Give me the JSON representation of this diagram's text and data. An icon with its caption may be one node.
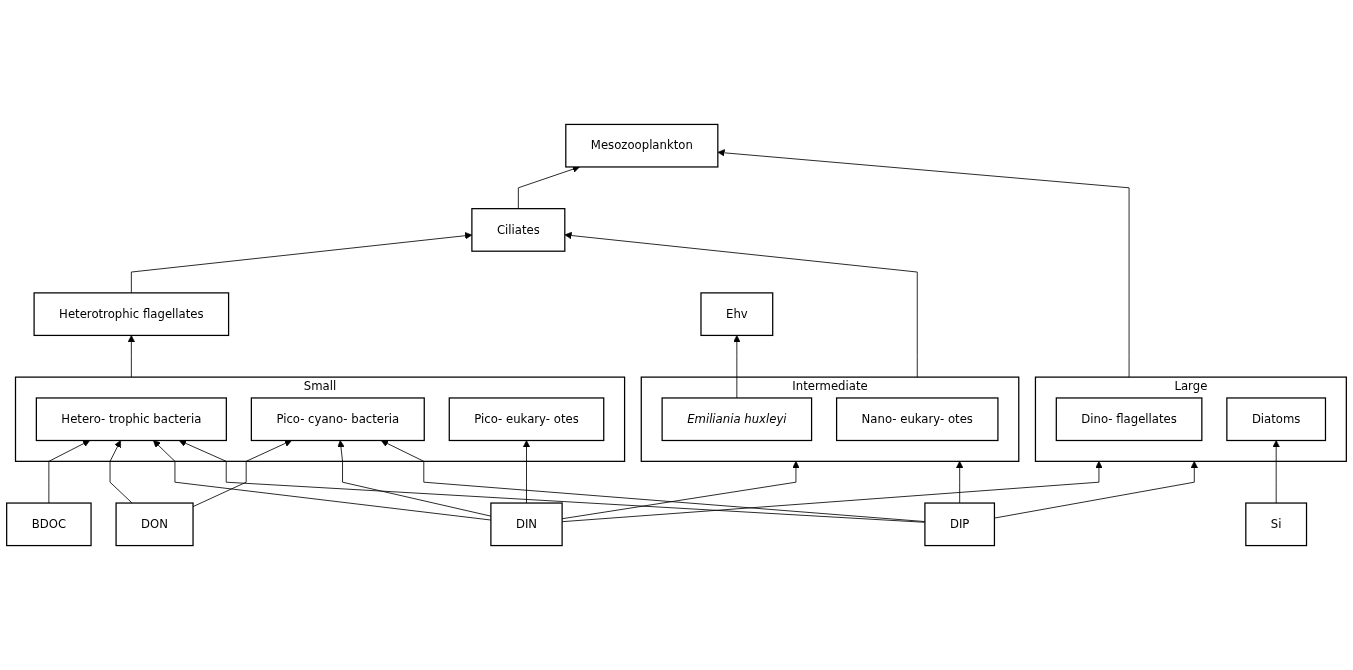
{
  "diagram": {
    "nodes": [
      {
        "text": [
          "Heterotrophic flagellates"
        ]
      },
      {
        "text": [
          "Ciliates"
        ]
      },
      {
        "text": [
          "Mesozooplankton"
        ]
      },
      {
        "text": [
          "Ehv"
        ]
      },
      {
        "text": [
          "Small"
        ]
      },
      {
        "text": [
          "Hetero- trophic bacteria"
        ],
        "in": 4
      },
      {
        "text": [
          "Pico- cyano- bacteria"
        ],
        "in": 4
      },
      {
        "text": [
          "Pico- eukary- otes"
        ],
        "in": 4
      },
      {
        "text": [
          "Intermediate"
        ]
      },
      {
        "text": [
          "Nano- eukary- otes"
        ],
        "in": 8
      },
      {
        "text": [
          "Emiliania huxleyi"
        ],
        "in": 8
      },
      {
        "text": [
          "Large"
        ]
      },
      {
        "text": [
          "Dino- flagellates"
        ],
        "in": 11
      },
      {
        "text": [
          "Diatoms"
        ],
        "in": 11
      },
      {
        "text": [
          "BDOC"
        ]
      },
      {
        "text": [
          "DON"
        ]
      },
      {
        "text": [
          "DIN"
        ]
      },
      {
        "text": [
          "DIP"
        ]
      },
      {
        "text": [
          "Si"
        ]
      }
    ],
    "edges": [
      {
        "from": 0,
        "to": 1,
        "arrow": "to"
      },
      {
        "from": 1,
        "to": 2,
        "arrow": "to"
      },
      {
        "from": 4,
        "to": 0,
        "arrow": "to"
      },
      {
        "from": 8,
        "to": 1,
        "arrow": "to"
      },
      {
        "from": 10,
        "to": 3,
        "arrow": "to"
      },
      {
        "from": 11,
        "to": 2,
        "arrow": "to"
      },
      {
        "from": 14,
        "to": 5,
        "arrow": "to"
      },
      {
        "from": 15,
        "to": 5,
        "arrow": "to"
      },
      {
        "from": 15,
        "to": 6,
        "arrow": "to"
      },
      {
        "from": 16,
        "to": 5,
        "arrow": "to"
      },
      {
        "from": 16,
        "to": 6,
        "arrow": "to"
      },
      {
        "from": 16,
        "to": 7,
        "arrow": "to"
      },
      {
        "from": 16,
        "to": 8,
        "arrow": "to"
      },
      {
        "from": 16,
        "to": 11,
        "arrow": "to"
      },
      {
        "from": 17,
        "to": 5,
        "arrow": "to"
      },
      {
        "from": 17,
        "to": 6,
        "arrow": "to"
      },
      {
        "from": 17,
        "to": 8,
        "arrow": "to"
      },
      {
        "from": 17,
        "to": 11,
        "arrow": "to"
      },
      {
        "from": 18,
        "to": 13,
        "arrow": "to"
      }
    ]
  }
}
